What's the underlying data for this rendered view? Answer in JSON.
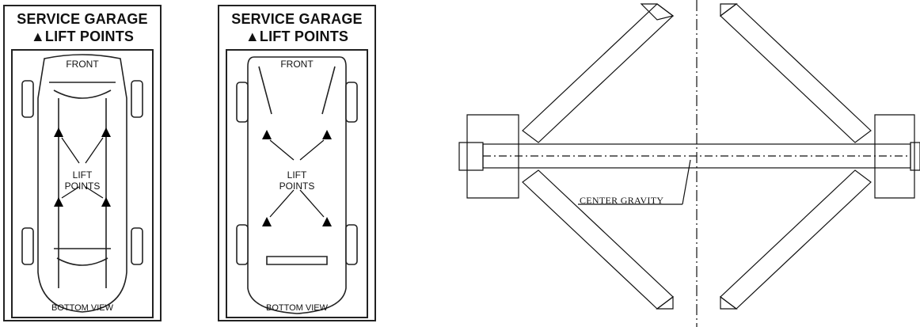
{
  "panels": [
    {
      "title_line1": "SERVICE GARAGE",
      "title_line2": "▲LIFT POINTS",
      "front": "FRONT",
      "lift_line1": "LIFT",
      "lift_line2": "POINTS",
      "bottom": "BOTTOM VIEW"
    },
    {
      "title_line1": "SERVICE GARAGE",
      "title_line2": "▲LIFT POINTS",
      "front": "FRONT",
      "lift_line1": "LIFT",
      "lift_line2": "POINTS",
      "bottom": "BOTTOM VIEW"
    }
  ],
  "lift": {
    "center_label": "CENTER GRAVITY"
  }
}
